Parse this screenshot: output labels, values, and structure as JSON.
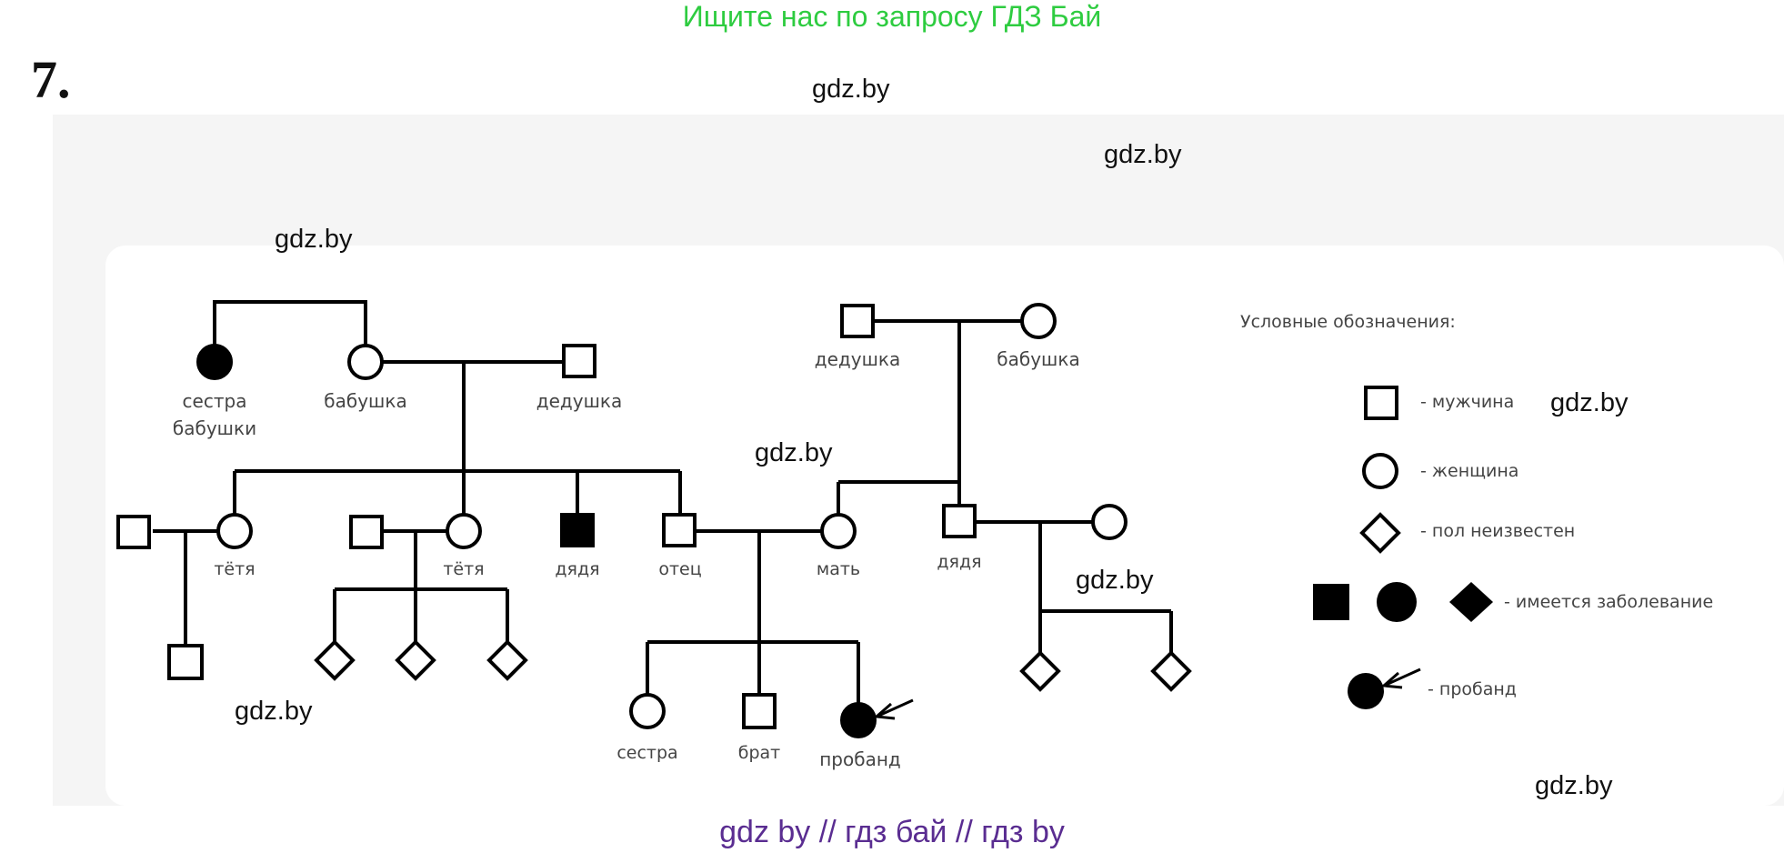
{
  "banner": "Ищите нас по запросу ГДЗ Бай",
  "task_number": "7.",
  "watermark": "gdz.by",
  "bottom_links": "gdz by  //  гдз бай  //  гдз by",
  "pedigree": {
    "sister_grandma": [
      "сестра",
      "бабушки"
    ],
    "grandma_paternal": "бабушка",
    "grandpa_paternal": "дедушка",
    "grandpa_maternal": "дедушка",
    "grandma_maternal": "бабушка",
    "aunt1": "тётя",
    "aunt2": "тётя",
    "uncle1": "дядя",
    "father": "отец",
    "mother": "мать",
    "uncle2": "дядя",
    "sister": "сестра",
    "brother": "брат",
    "proband": "пробанд"
  },
  "legend": {
    "title": "Условные обозначения:",
    "male": "- мужчина",
    "female": "- женщина",
    "unknown": "- пол неизвестен",
    "affected": "- имеется заболевание",
    "proband": "- пробанд"
  },
  "colors": {
    "banner": "#2ecc40",
    "links": "#5a2d91",
    "panel": "#f5f5f5"
  }
}
